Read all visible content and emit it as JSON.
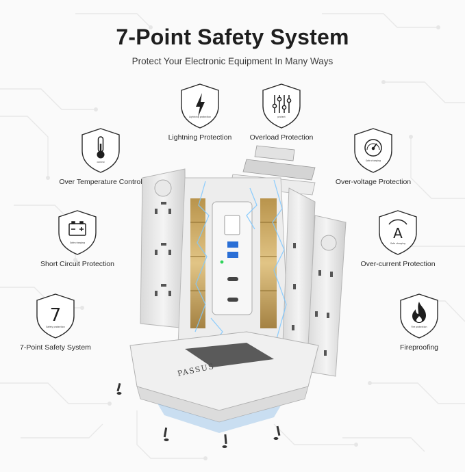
{
  "header": {
    "title": "7-Point Safety System",
    "subtitle": "Protect Your Electronic Equipment In Many Ways"
  },
  "features": [
    {
      "id": "lightning",
      "label": "Lightning Protection",
      "caption": "Lightning protection",
      "icon": "lightning-bolt-icon"
    },
    {
      "id": "overload",
      "label": "Overload Protection",
      "caption": "protect",
      "icon": "equalizer-sliders-icon"
    },
    {
      "id": "temperature",
      "label": "Over Temperature Control",
      "caption": "control",
      "icon": "thermometer-icon"
    },
    {
      "id": "overvoltage",
      "label": "Over-voltage Protection",
      "caption": "Safe charging",
      "icon": "gauge-icon"
    },
    {
      "id": "shortcircuit",
      "label": "Short Circuit Protection",
      "caption": "Safe charging",
      "icon": "battery-icon"
    },
    {
      "id": "overcurrent",
      "label": "Over-current Protection",
      "caption": "Safe charging",
      "icon": "ampere-icon"
    },
    {
      "id": "sevenpoint",
      "label": "7-Point Safety System",
      "caption": "Safety protection",
      "icon": "number-seven-icon",
      "glyph": "7"
    },
    {
      "id": "fireproof",
      "label": "Fireproofing",
      "caption": "Fire protection",
      "icon": "flame-icon"
    }
  ],
  "product": {
    "brand": "PASSUS",
    "glyph_ampere": "A"
  },
  "colors": {
    "title": "#1e1e1e",
    "shield_stroke": "#2b2b2b",
    "circuit_lines": "#e6e6e6",
    "copper": "#c8a24a",
    "lightning_glow": "#7fc8ff",
    "usb_blue": "#2a6fd6",
    "led_green": "#2fd35a"
  }
}
